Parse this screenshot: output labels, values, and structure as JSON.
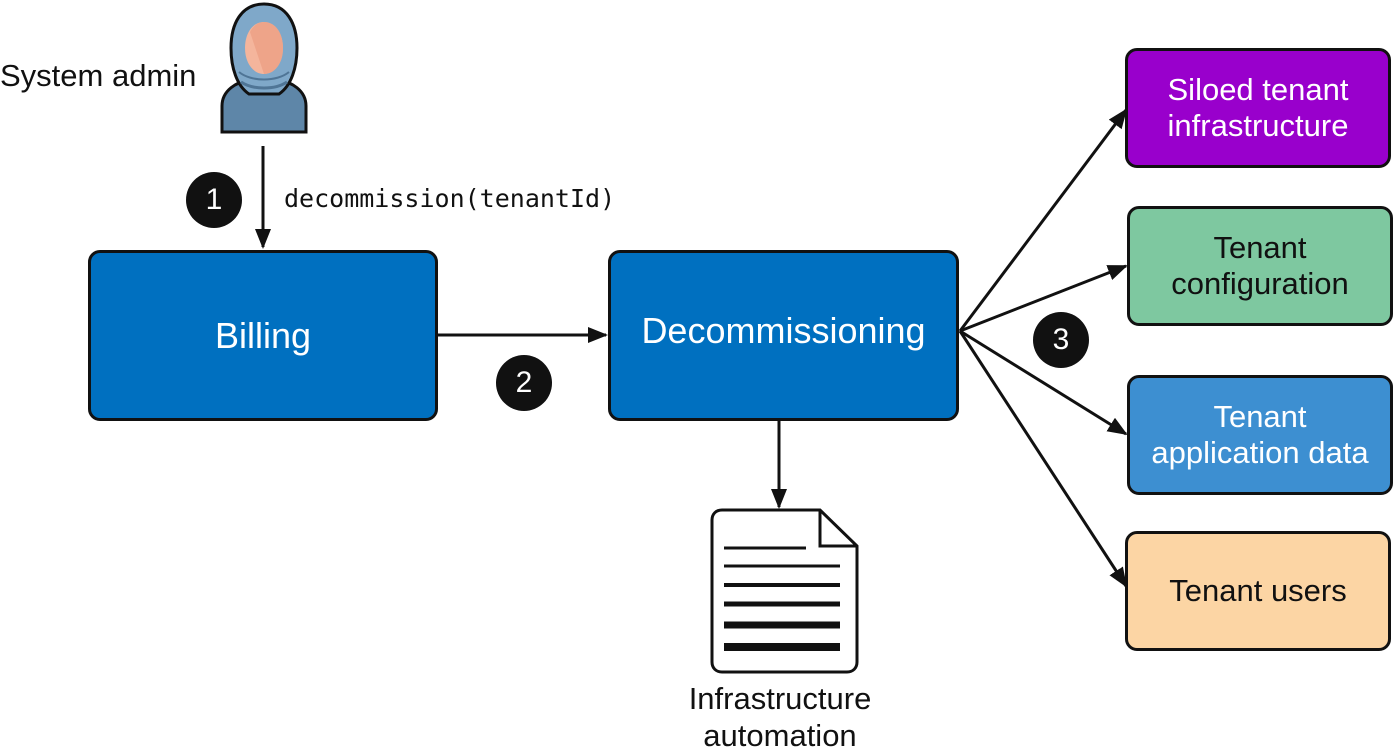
{
  "actor": {
    "label": "System admin",
    "icon": "person-hijab-icon"
  },
  "call_label": "decommission(tenantId)",
  "steps": [
    "1",
    "2",
    "3"
  ],
  "boxes": {
    "billing": {
      "label": "Billing",
      "color": "#0070c0"
    },
    "decommissioning": {
      "label": "Decommissioning",
      "color": "#0070c0"
    },
    "siloed": {
      "line1": "Siloed tenant",
      "line2": "infrastructure",
      "color": "#9900cc"
    },
    "config": {
      "line1": "Tenant",
      "line2": "configuration",
      "color": "#7ec8a0"
    },
    "appdata": {
      "line1": "Tenant",
      "line2": "application data",
      "color": "#3d8fd1"
    },
    "users": {
      "label": "Tenant users",
      "color": "#fcd5a4"
    }
  },
  "document": {
    "icon": "document-icon",
    "line1": "Infrastructure",
    "line2": "automation"
  }
}
